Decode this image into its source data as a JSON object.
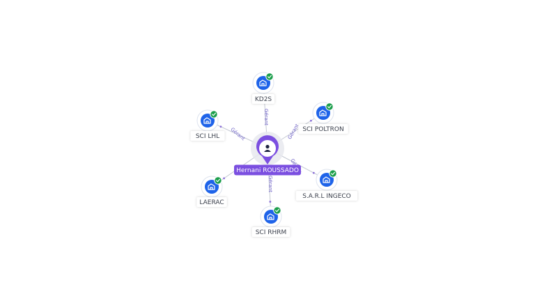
{
  "person": {
    "name": "Hernani ROUSSADO",
    "accent": "#7b4fe0",
    "icon": "person-icon"
  },
  "companies": [
    {
      "name": "KD2S",
      "relation": "Gérant",
      "icon": "building-icon",
      "verified": true
    },
    {
      "name": "SCI POLTRON",
      "relation": "Gérant",
      "icon": "building-icon",
      "verified": true
    },
    {
      "name": "S.A.R.L INGECO",
      "relation": "Gérant",
      "icon": "building-icon",
      "verified": true
    },
    {
      "name": "SCI RHRM",
      "relation": "Gérant",
      "icon": "building-icon",
      "verified": true
    },
    {
      "name": "LAERAC",
      "relation": "",
      "icon": "building-icon",
      "verified": true
    },
    {
      "name": "SCI LHL",
      "relation": "Gérant",
      "icon": "building-icon",
      "verified": true
    }
  ],
  "colors": {
    "company": "#1e63e9",
    "verified": "#1b9e4b",
    "edge": "#c3c8d2",
    "relation_text": "#6f62c7"
  }
}
